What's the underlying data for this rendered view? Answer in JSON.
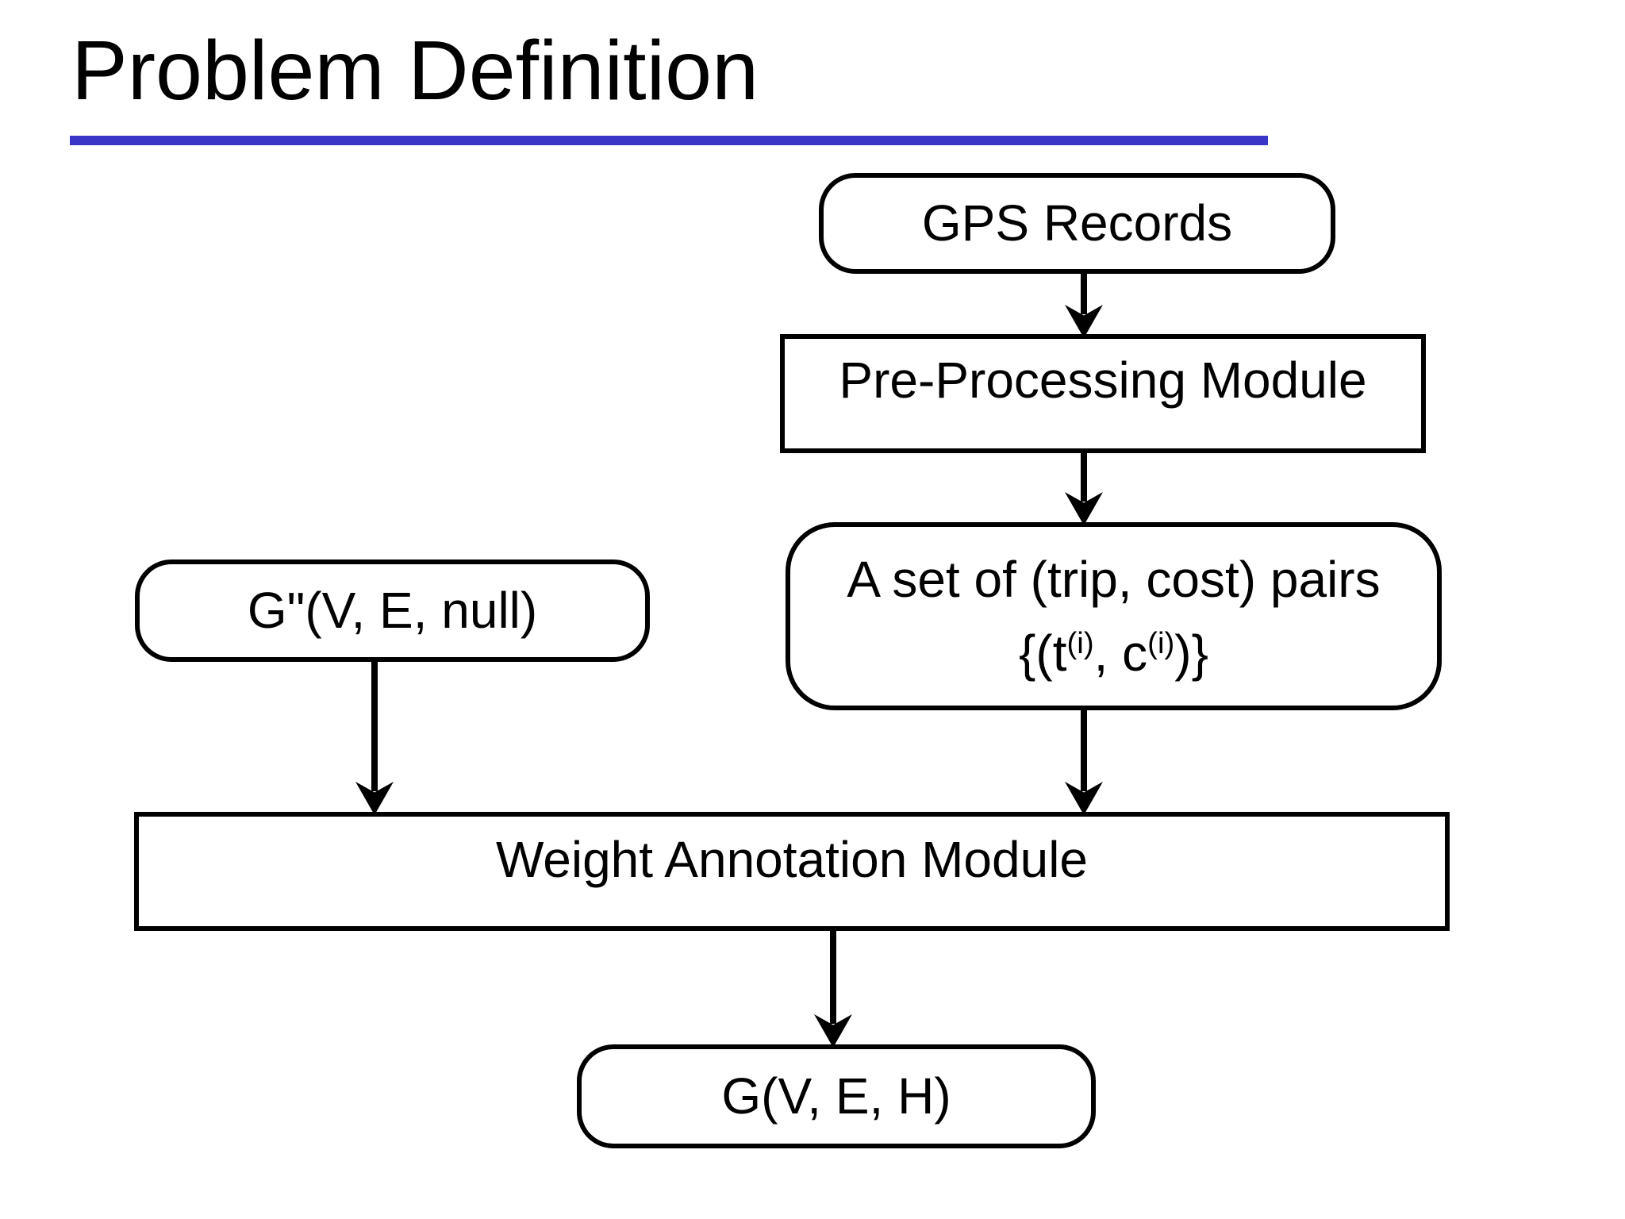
{
  "slide": {
    "title": "Problem Definition"
  },
  "diagram": {
    "accent_color": "#3a35c6",
    "line_color": "#000000",
    "nodes": {
      "gps": {
        "label": "GPS Records"
      },
      "preprocessing": {
        "label": "Pre-Processing Module"
      },
      "trip_cost_pairs": {
        "line1": "A set of (trip, cost) pairs",
        "line2": {
          "p1": "{(t",
          "sup1": "(i)",
          "p2": ", c",
          "sup2": "(i)",
          "p3": ")}"
        }
      },
      "graph_null": {
        "label": "G\"(V, E, null)"
      },
      "weight_annotation": {
        "label": "Weight Annotation Module"
      },
      "graph_weighted": {
        "label": "G(V, E, H)"
      }
    }
  }
}
